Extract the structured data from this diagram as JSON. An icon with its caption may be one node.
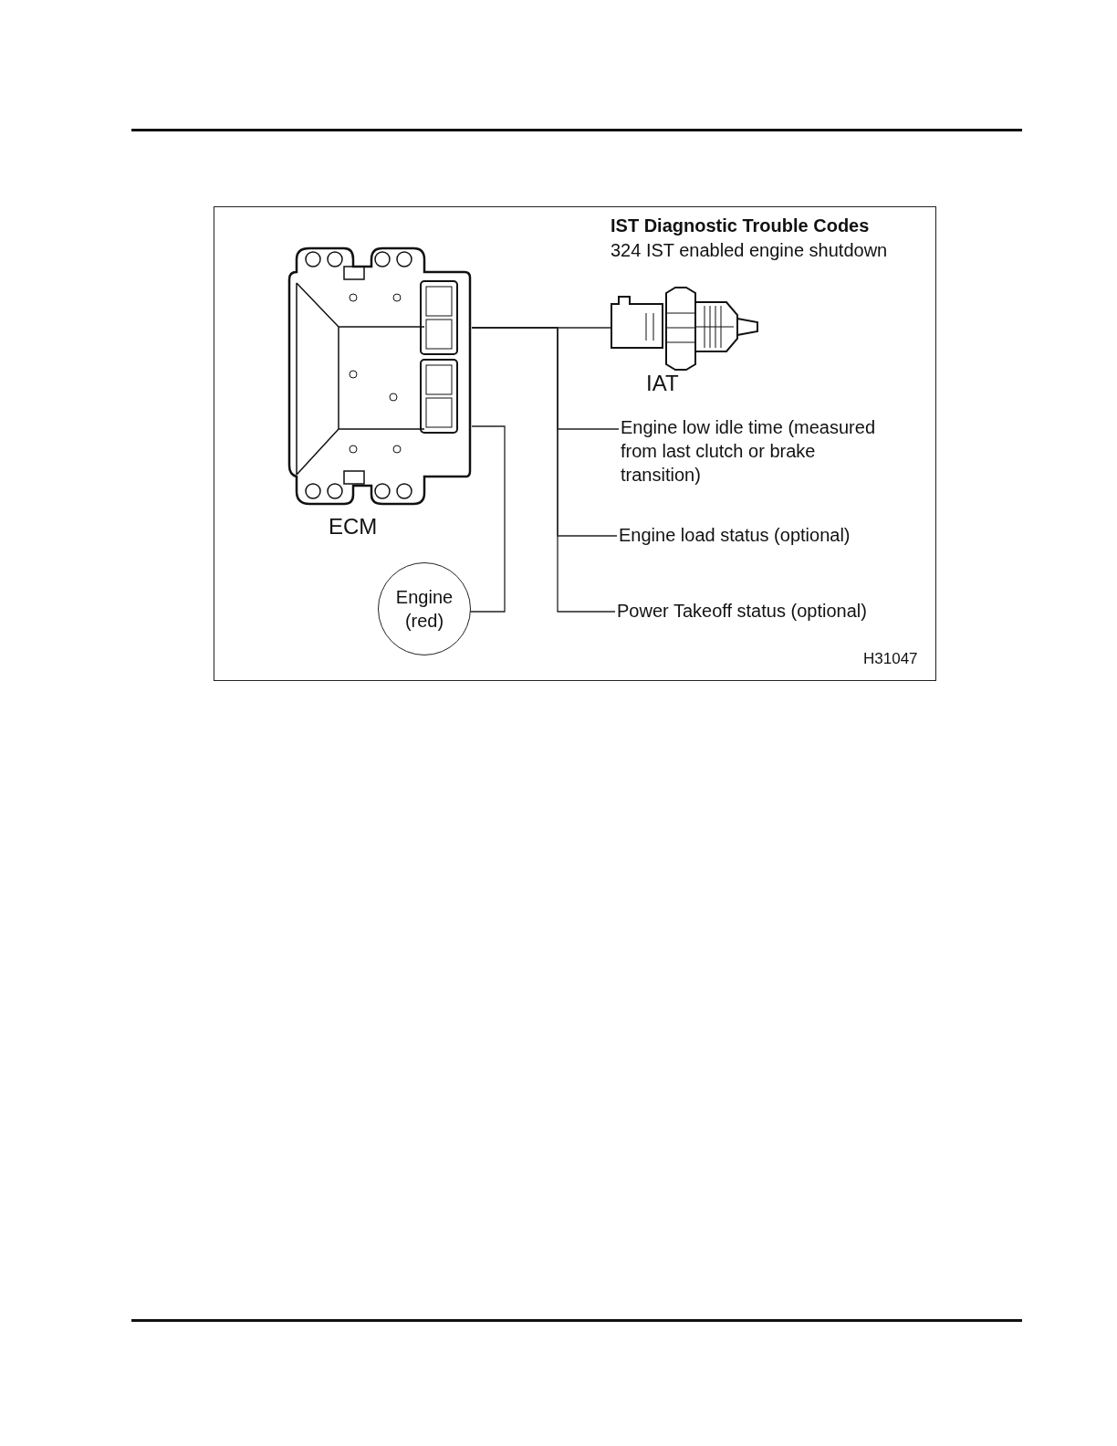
{
  "diagram": {
    "title": "IST Diagnostic Trouble Codes",
    "nodes": [
      {
        "text": [],
        "shape": "picture",
        "beside": [
          "ECM"
        ]
      },
      {
        "text": [],
        "shape": "picture",
        "beside": [
          "IAT"
        ]
      },
      {
        "text": [
          "Engine low idle time (measured from last clutch or brake transition)"
        ]
      },
      {
        "text": [
          "Engine load status (optional)"
        ]
      },
      {
        "text": [
          "Power Takeoff status (optional)"
        ]
      },
      {
        "text": [
          "Engine (red)"
        ]
      }
    ],
    "edges": [
      {
        "from": 0,
        "to": 1,
        "arrow": "none"
      },
      {
        "from": 0,
        "to": 2,
        "arrow": "none"
      },
      {
        "from": 0,
        "to": 3,
        "arrow": "none"
      },
      {
        "from": 0,
        "to": 4,
        "arrow": "none"
      },
      {
        "from": 0,
        "to": 5,
        "arrow": "none"
      }
    ],
    "labels": [
      "324 IST enabled engine shutdown",
      "H31047"
    ]
  }
}
